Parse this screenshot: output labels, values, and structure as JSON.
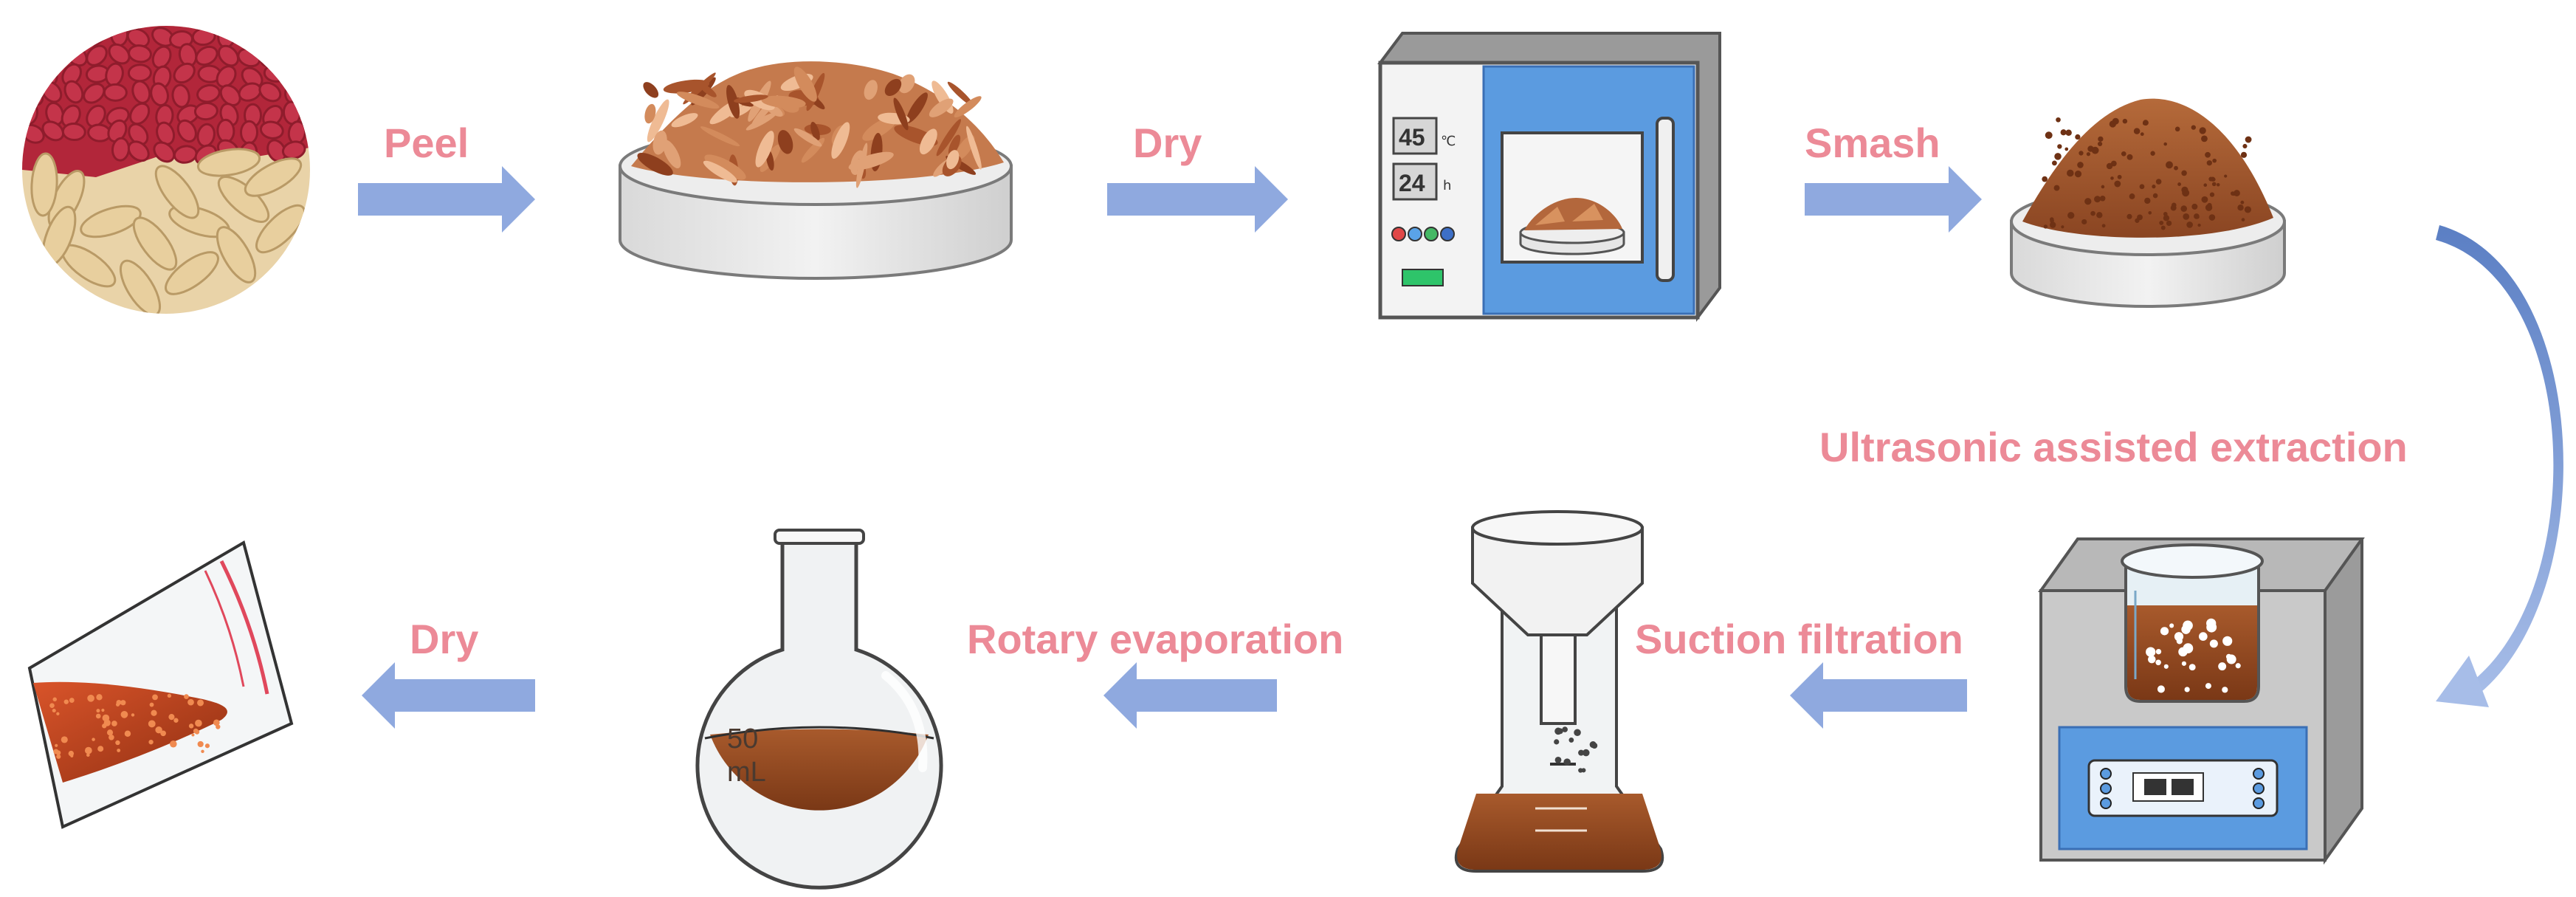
{
  "steps": {
    "peel": "Peel",
    "dry_top": "Dry",
    "smash": "Smash",
    "extraction": "Ultrasonic assisted extraction",
    "suction": "Suction filtration",
    "rotary": "Rotary evaporation",
    "dry_bottom": "Dry"
  },
  "oven": {
    "temp_value": "45",
    "temp_unit": "℃",
    "time_value": "24",
    "time_unit": "h"
  },
  "flask": {
    "volume_value": "50",
    "volume_unit": "mL"
  },
  "colors": {
    "label": "#ec8a97",
    "arrow": "#8fa9df",
    "oven_blue": "#5b9be0",
    "extract_brown": "#9a4b22"
  }
}
